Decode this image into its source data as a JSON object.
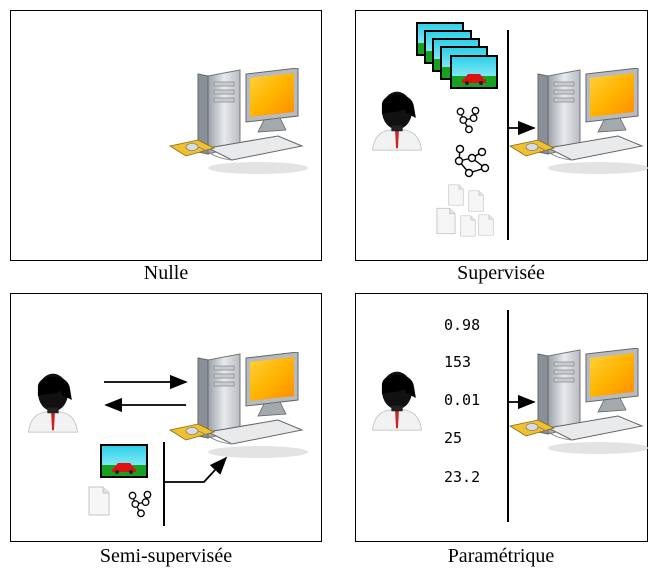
{
  "panels": [
    {
      "caption": "Nulle"
    },
    {
      "caption": "Supervisée"
    },
    {
      "caption": "Semi-supervisée"
    },
    {
      "caption": "Paramétrique",
      "values": [
        "0.98",
        "153",
        "0.01",
        "25",
        "23.2"
      ]
    }
  ],
  "icons": [
    "computer-icon",
    "user-icon",
    "image-stack-icon",
    "graph-icon",
    "documents-icon",
    "image-icon",
    "document-icon"
  ]
}
